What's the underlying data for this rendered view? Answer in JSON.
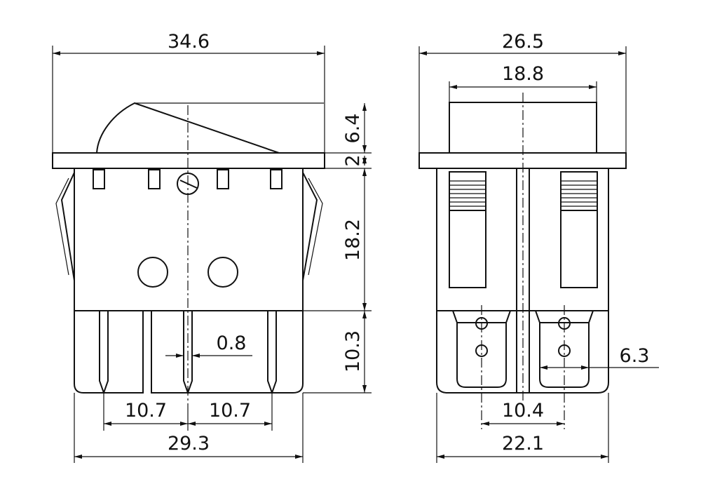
{
  "front_view": {
    "width_total": "34.6",
    "rocker_height": "6.4",
    "flange_thickness": "2",
    "body_height": "18.2",
    "terminal_length": "10.3",
    "terminal_thickness": "0.8",
    "pin_pitch_left": "10.7",
    "pin_pitch_right": "10.7",
    "body_width": "29.3"
  },
  "side_view": {
    "width_total": "26.5",
    "rocker_width": "18.8",
    "terminal_width": "6.3",
    "terminal_spacing": "10.4",
    "body_width": "22.1"
  }
}
